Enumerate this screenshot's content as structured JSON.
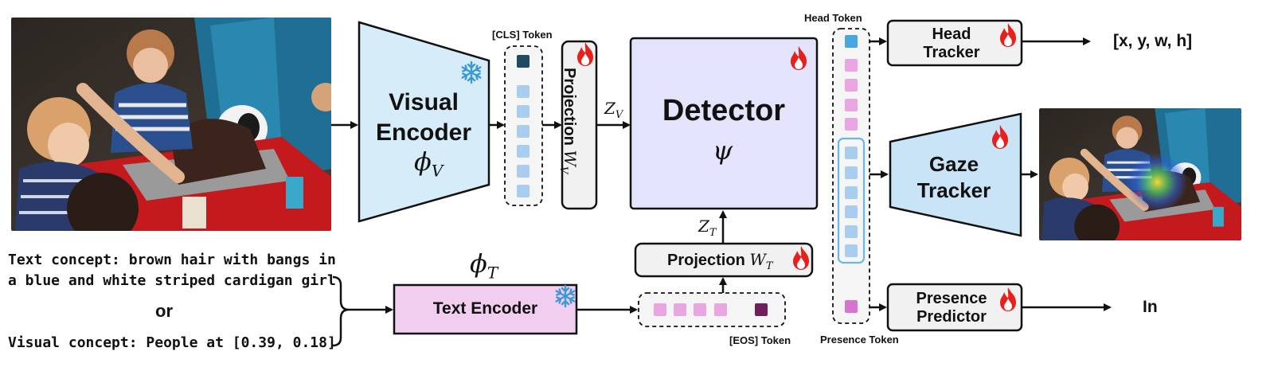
{
  "input_photo": {
    "name": "input-scene-photo"
  },
  "output_photo": {
    "name": "output-gaze-heatmap-photo"
  },
  "visual_encoder": {
    "line1": "Visual",
    "line2": "Encoder",
    "symbol": "ϕ",
    "sub": "V"
  },
  "cls_token": {
    "label": "[CLS] Token"
  },
  "projection_v": {
    "label": "Projection",
    "symbol": "W",
    "sub": "V"
  },
  "z_v": {
    "symbol": "Z",
    "sub": "V"
  },
  "detector": {
    "title": "Detector",
    "symbol": "ψ"
  },
  "z_t": {
    "symbol": "Z",
    "sub": "T"
  },
  "projection_t": {
    "label": "Projection ",
    "symbol": "W",
    "sub": "T"
  },
  "phi_t": {
    "symbol": "ϕ",
    "sub": "T"
  },
  "text_encoder": {
    "label": "Text Encoder"
  },
  "eos_token": {
    "label": "[EOS] Token"
  },
  "head_token": {
    "label": "Head Token"
  },
  "presence_token": {
    "label": "Presence Token"
  },
  "head_tracker": {
    "line1": "Head",
    "line2": "Tracker",
    "output": "[x, y, w, h]"
  },
  "gaze_tracker": {
    "line1": "Gaze",
    "line2": "Tracker"
  },
  "presence_predictor": {
    "line1": "Presence",
    "line2": "Predictor",
    "output": "In"
  },
  "concepts": {
    "text_line1": "Text concept: brown hair with bangs in",
    "text_line2": "a blue and white striped cardigan girl",
    "or": "or",
    "visual": "Visual concept: People at [0.39, 0.18]"
  },
  "colors": {
    "encoder_fill": "#d6ecf8",
    "detector_fill": "#e3e3fb",
    "text_encoder_fill": "#f1cdef",
    "gaze_fill": "#c9e4f6",
    "module_fill": "#f1f1f1",
    "token_blue": "#a9cdee",
    "token_cls": "#1f4a63",
    "token_pink": "#eaa6e0",
    "token_eos": "#6e1f5c",
    "token_head": "#4aa7dd",
    "token_presence": "#d675cf",
    "snowflake": "#3a9ad9",
    "flame": "#e8201c"
  }
}
